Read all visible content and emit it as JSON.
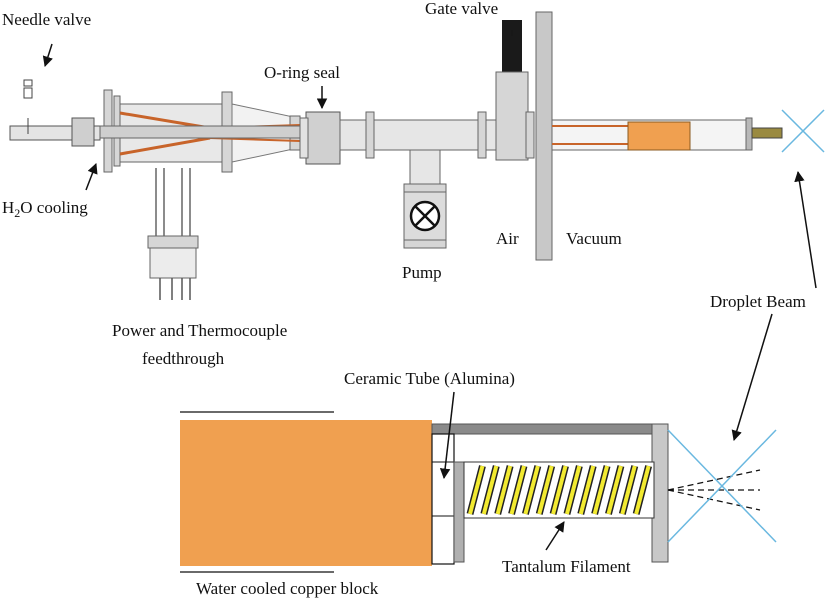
{
  "labels": {
    "needle_valve": "Needle valve",
    "gate_valve": "Gate valve",
    "o_ring_seal": "O-ring seal",
    "h2o_cooling_h": "H",
    "h2o_cooling_sub": "2",
    "h2o_cooling_rest": "O cooling",
    "air": "Air",
    "vacuum": "Vacuum",
    "pump": "Pump",
    "droplet_beam": "Droplet Beam",
    "power_feedthrough_line1": "Power and Thermocouple",
    "power_feedthrough_line2": "feedthrough",
    "ceramic_tube": "Ceramic Tube (Alumina)",
    "tantalum_filament": "Tantalum Filament",
    "copper_block": "Water cooled copper block"
  },
  "colors": {
    "copper": "#f0a050",
    "copper_wire": "#c8642a",
    "steel": "#d6d6d6",
    "steel_dark": "#8a8a8a",
    "filament": "#f2ea30",
    "beam": "#6ab8e0",
    "ink": "#111111"
  }
}
